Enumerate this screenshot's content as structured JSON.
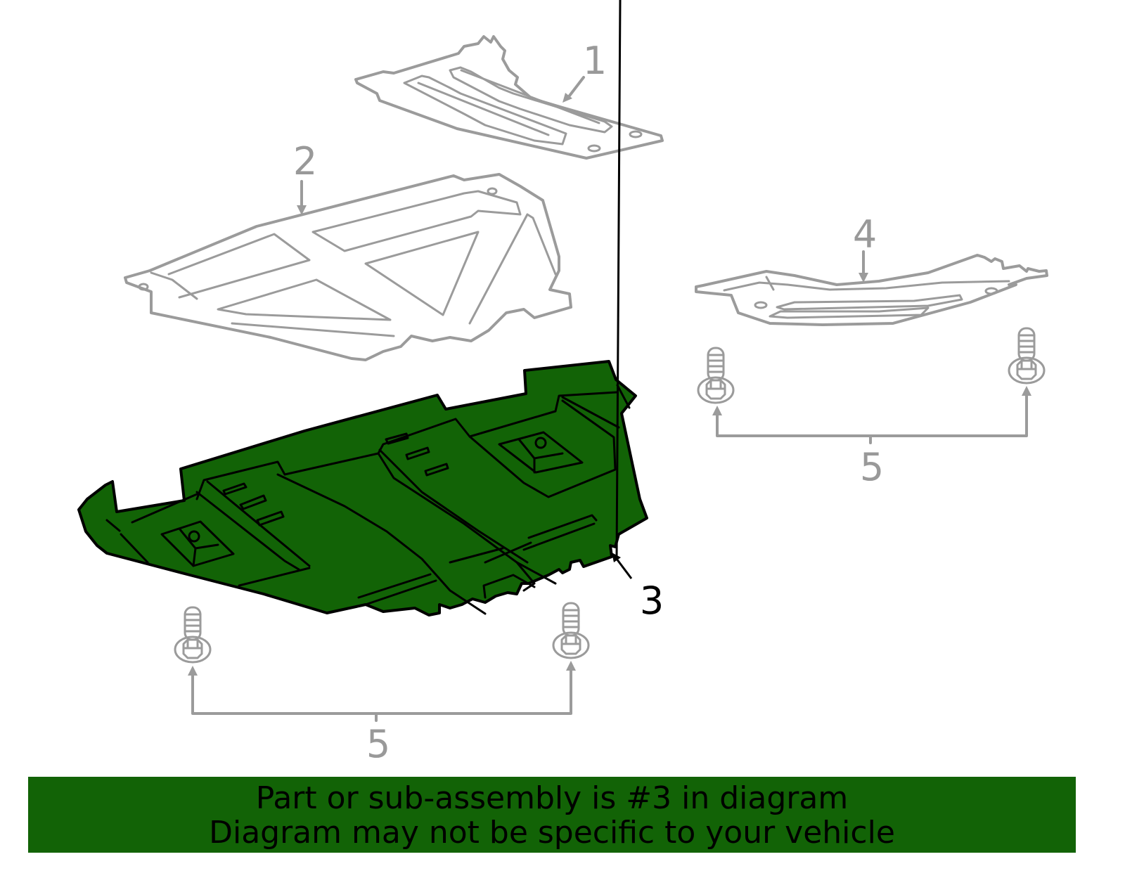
{
  "diagram": {
    "callouts": [
      {
        "id": "1",
        "label": "1",
        "highlighted": false
      },
      {
        "id": "2",
        "label": "2",
        "highlighted": false
      },
      {
        "id": "3",
        "label": "3",
        "highlighted": true
      },
      {
        "id": "4",
        "label": "4",
        "highlighted": false
      },
      {
        "id": "5a",
        "label": "5",
        "highlighted": false
      },
      {
        "id": "5b",
        "label": "5",
        "highlighted": false
      }
    ],
    "highlight_color": "#126306",
    "line_color": "#9b9b9b"
  },
  "banner": {
    "line1": "Part or sub-assembly is #3 in diagram",
    "line2": "Diagram may not be specific to your vehicle",
    "background": "#126306"
  }
}
